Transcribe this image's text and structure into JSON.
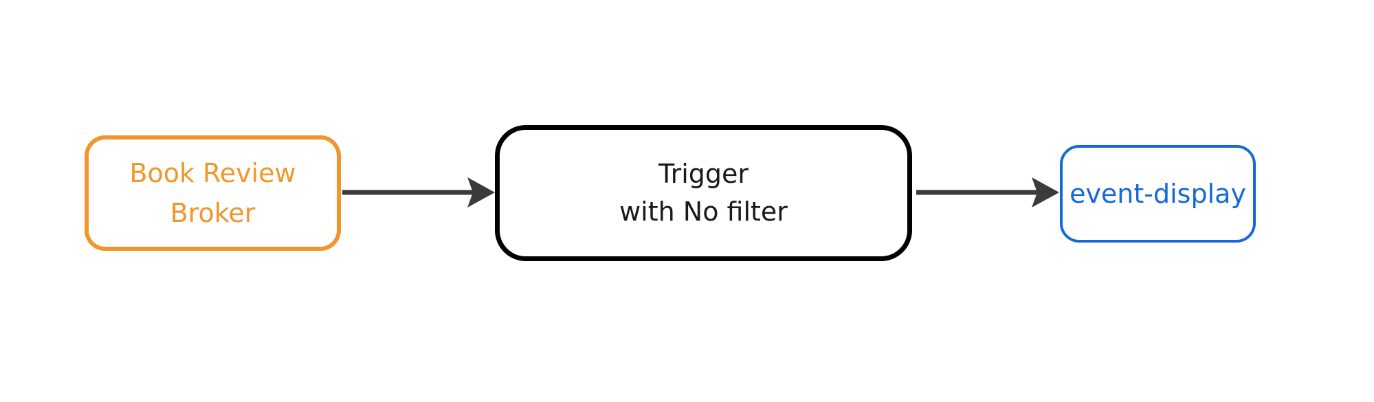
{
  "colors": {
    "canvas_bg": "#ffffff",
    "broker_accent": "#F2962B",
    "trigger_accent": "#000000",
    "trigger_text": "#1A1A1A",
    "event_accent": "#1569D6",
    "edge_color": "#3B3B3B"
  },
  "diagram": {
    "type": "flowchart",
    "direction": "left-to-right",
    "nodes": [
      {
        "id": "book-review-broker",
        "label": "Book Review\nBroker",
        "shape": "rounded-rect",
        "accent": "#F2962B"
      },
      {
        "id": "trigger-with-no-filter",
        "label": "Trigger\nwith No filter",
        "shape": "rounded-rect",
        "accent": "#000000"
      },
      {
        "id": "event-display",
        "label": "event-display",
        "shape": "rounded-rect",
        "accent": "#1569D6"
      }
    ],
    "edges": [
      {
        "from": "book-review-broker",
        "to": "trigger-with-no-filter",
        "style": "solid-arrow"
      },
      {
        "from": "trigger-with-no-filter",
        "to": "event-display",
        "style": "solid-arrow"
      }
    ]
  }
}
